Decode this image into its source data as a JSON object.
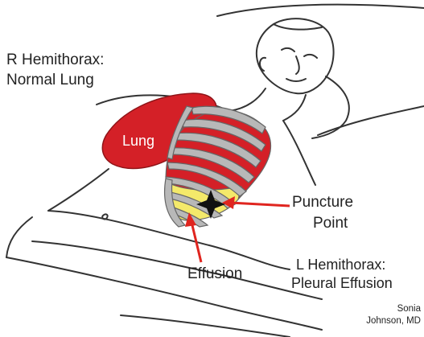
{
  "labels": {
    "left_title_line1": "R Hemithorax:",
    "left_title_line2": "Normal Lung",
    "lung": "Lung",
    "puncture_line1": "Puncture",
    "puncture_line2": "Point",
    "effusion": "Effusion",
    "right_title_line1": "L Hemithorax:",
    "right_title_line2": "Pleural Effusion",
    "credit_line1": "Sonia",
    "credit_line2": "Johnson, MD"
  },
  "colors": {
    "lung_red": "#d42027",
    "effusion_yellow": "#f4e96a",
    "rib_gray": "#b8b8b8",
    "arrow_red": "#e0251f",
    "outline": "#333333"
  },
  "icons": {
    "puncture_marker": "four-point-star-icon"
  }
}
